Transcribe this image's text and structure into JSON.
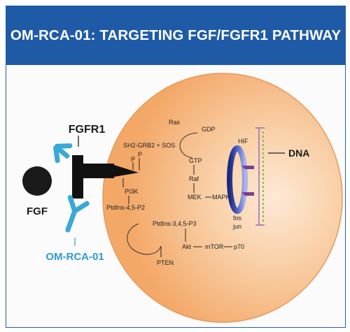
{
  "title": "OM-RCA-01: TARGETING FGF/FGFR1 PATHWAY",
  "labels": {
    "fgfr1": "FGFR1",
    "fgf": "FGF",
    "drug": "OM-RCA-01",
    "dna": "DNA",
    "ras": "Ras",
    "gdp": "GDP",
    "sh2": "SH2-GRB2 + SOS",
    "p1": "P",
    "p2": "P",
    "gtp": "GTP",
    "raf": "Raf",
    "mek": "MEK",
    "mapk": "MAPK",
    "pi3k": "PI3K",
    "ptdins45": "PtdIns-4,5-P2",
    "ptdins345": "PtdIns-3,4,5-P3",
    "akt": "Akt",
    "mtor": "mTOR",
    "p70": "p70",
    "pten": "PTEN",
    "hif": "HIF",
    "fos": "fos",
    "jun": "jun"
  },
  "colors": {
    "title_bg": "#1f5aa7",
    "cell_fill": "#f6b783",
    "antibody": "#3aa8d8",
    "drug_label": "#2f9bd3",
    "dna_green": "#7fc241",
    "dna_purple": "#9b6fb8",
    "hif_blue": "#2d3f9a"
  },
  "icons": [
    "antibody-icon",
    "fgf-ligand-icon",
    "fgfr1-receptor-icon",
    "dna-helix-icon",
    "hif-complex-icon"
  ]
}
